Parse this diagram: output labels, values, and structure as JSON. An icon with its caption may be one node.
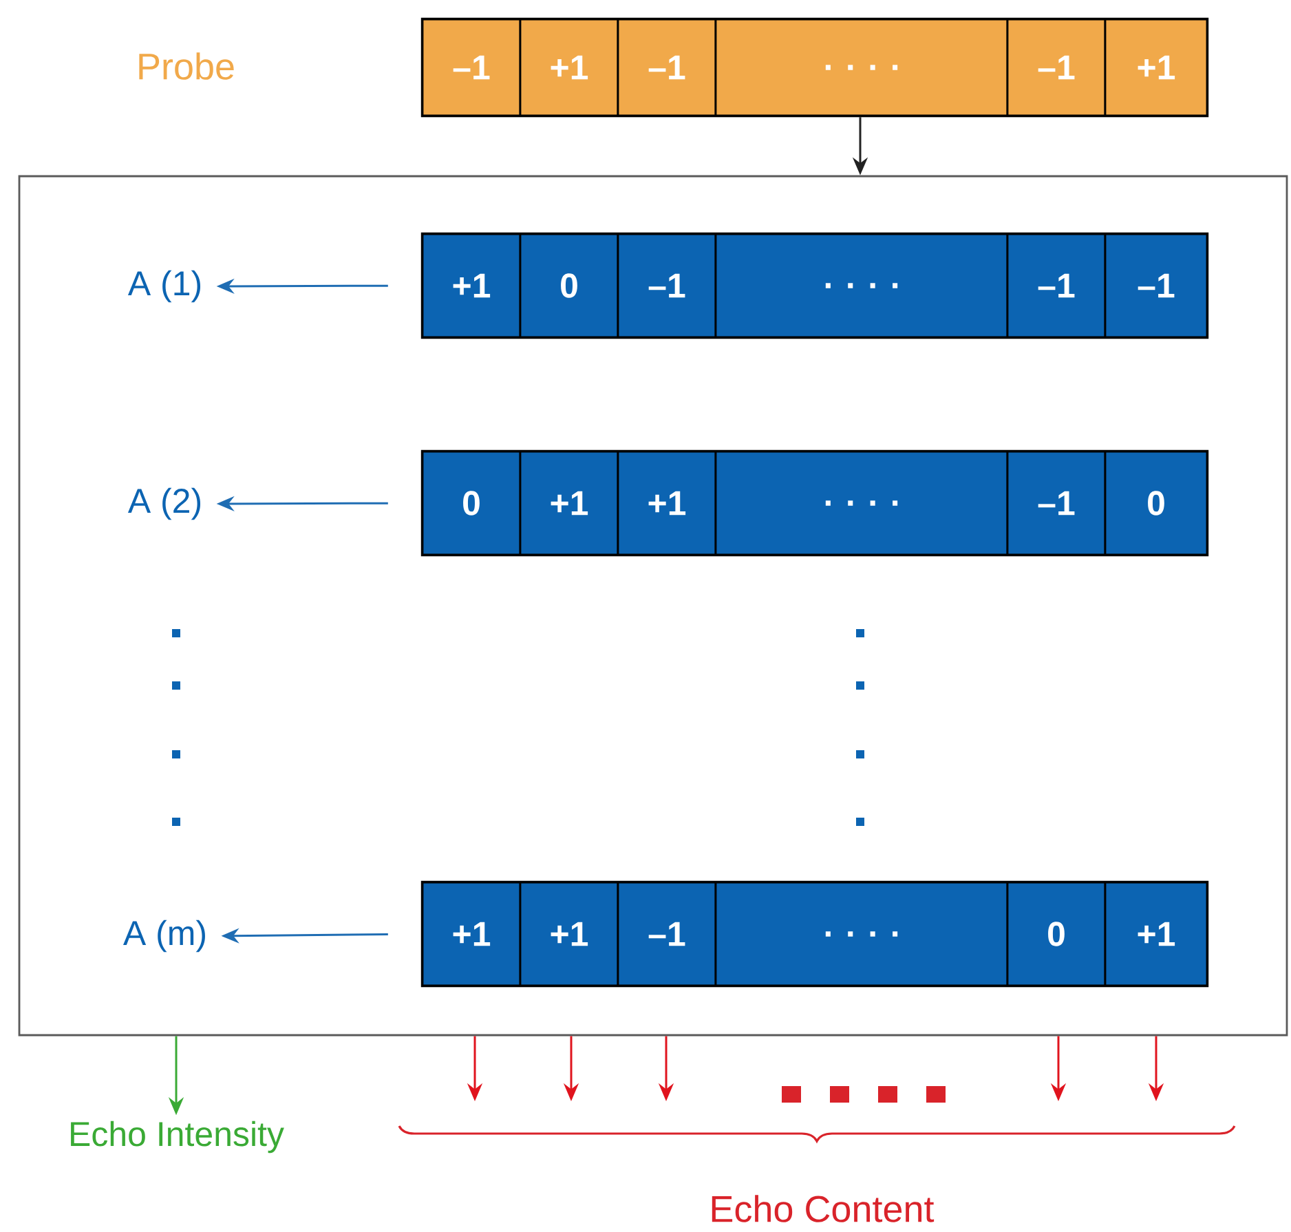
{
  "diagram": {
    "nodes": [
      {
        "text": [],
        "shape": "bar"
      },
      {
        "text": [
          "–1"
        ],
        "in": 0
      },
      {
        "text": [
          "+1"
        ],
        "in": 0
      },
      {
        "text": [
          "–1"
        ],
        "in": 0
      },
      {
        "text": [
          ". . . ."
        ],
        "in": 0
      },
      {
        "text": [
          "–1"
        ],
        "in": 0
      },
      {
        "text": [
          "+1"
        ],
        "in": 0
      },
      {
        "text": [],
        "shape": "box"
      },
      {
        "text": [
          "A (1)"
        ],
        "in": 7
      },
      {
        "text": [],
        "shape": "bar",
        "in": 7
      },
      {
        "text": [
          "+1"
        ],
        "in": 9
      },
      {
        "text": [
          "0"
        ],
        "in": 9
      },
      {
        "text": [
          "–1"
        ],
        "in": 9
      },
      {
        "text": [
          ". . . ."
        ],
        "in": 9
      },
      {
        "text": [
          "–1"
        ],
        "in": 9
      },
      {
        "text": [
          "–1"
        ],
        "in": 9
      },
      {
        "text": [
          "A (2)"
        ],
        "in": 7
      },
      {
        "text": [],
        "shape": "bar",
        "in": 7
      },
      {
        "text": [
          "0"
        ],
        "in": 17
      },
      {
        "text": [
          "+1"
        ],
        "in": 17
      },
      {
        "text": [
          "+1"
        ],
        "in": 17
      },
      {
        "text": [
          ". . . ."
        ],
        "in": 17
      },
      {
        "text": [
          "–1"
        ],
        "in": 17
      },
      {
        "text": [
          "0"
        ],
        "in": 17
      },
      {
        "text": [
          "A (m)"
        ],
        "in": 7
      },
      {
        "text": [],
        "shape": "bar",
        "in": 7
      },
      {
        "text": [
          "+1"
        ],
        "in": 25
      },
      {
        "text": [
          "+1"
        ],
        "in": 25
      },
      {
        "text": [
          "–1"
        ],
        "in": 25
      },
      {
        "text": [
          ". . . ."
        ],
        "in": 25
      },
      {
        "text": [
          "0"
        ],
        "in": 25
      },
      {
        "text": [
          "+1"
        ],
        "in": 25
      },
      {
        "text": [
          "Echo Intensity"
        ]
      }
    ],
    "edges": [
      {
        "from": 0,
        "to": 7,
        "arrow": "to",
        "color": "#222222"
      },
      {
        "from": 9,
        "to": 8,
        "arrow": "to",
        "color": "#1f6db3"
      },
      {
        "from": 17,
        "to": 16,
        "arrow": "to",
        "color": "#1f6db3"
      },
      {
        "from": 25,
        "to": 24,
        "arrow": "to",
        "color": "#1f6db3"
      },
      {
        "from": 7,
        "to": 32,
        "arrow": "to",
        "color": "#3aaa35"
      },
      {
        "from": 7,
        "to": null,
        "arrow": "to",
        "color": "#e0141e"
      },
      {
        "from": 7,
        "to": null,
        "arrow": "to",
        "color": "#e0141e"
      },
      {
        "from": 7,
        "to": null,
        "arrow": "to",
        "color": "#e0141e"
      },
      {
        "from": 7,
        "to": null,
        "arrow": "to",
        "color": "#e0141e"
      },
      {
        "from": 7,
        "to": null,
        "arrow": "to",
        "color": "#e0141e"
      }
    ],
    "labels": [
      "Probe",
      "Echo Content"
    ]
  }
}
